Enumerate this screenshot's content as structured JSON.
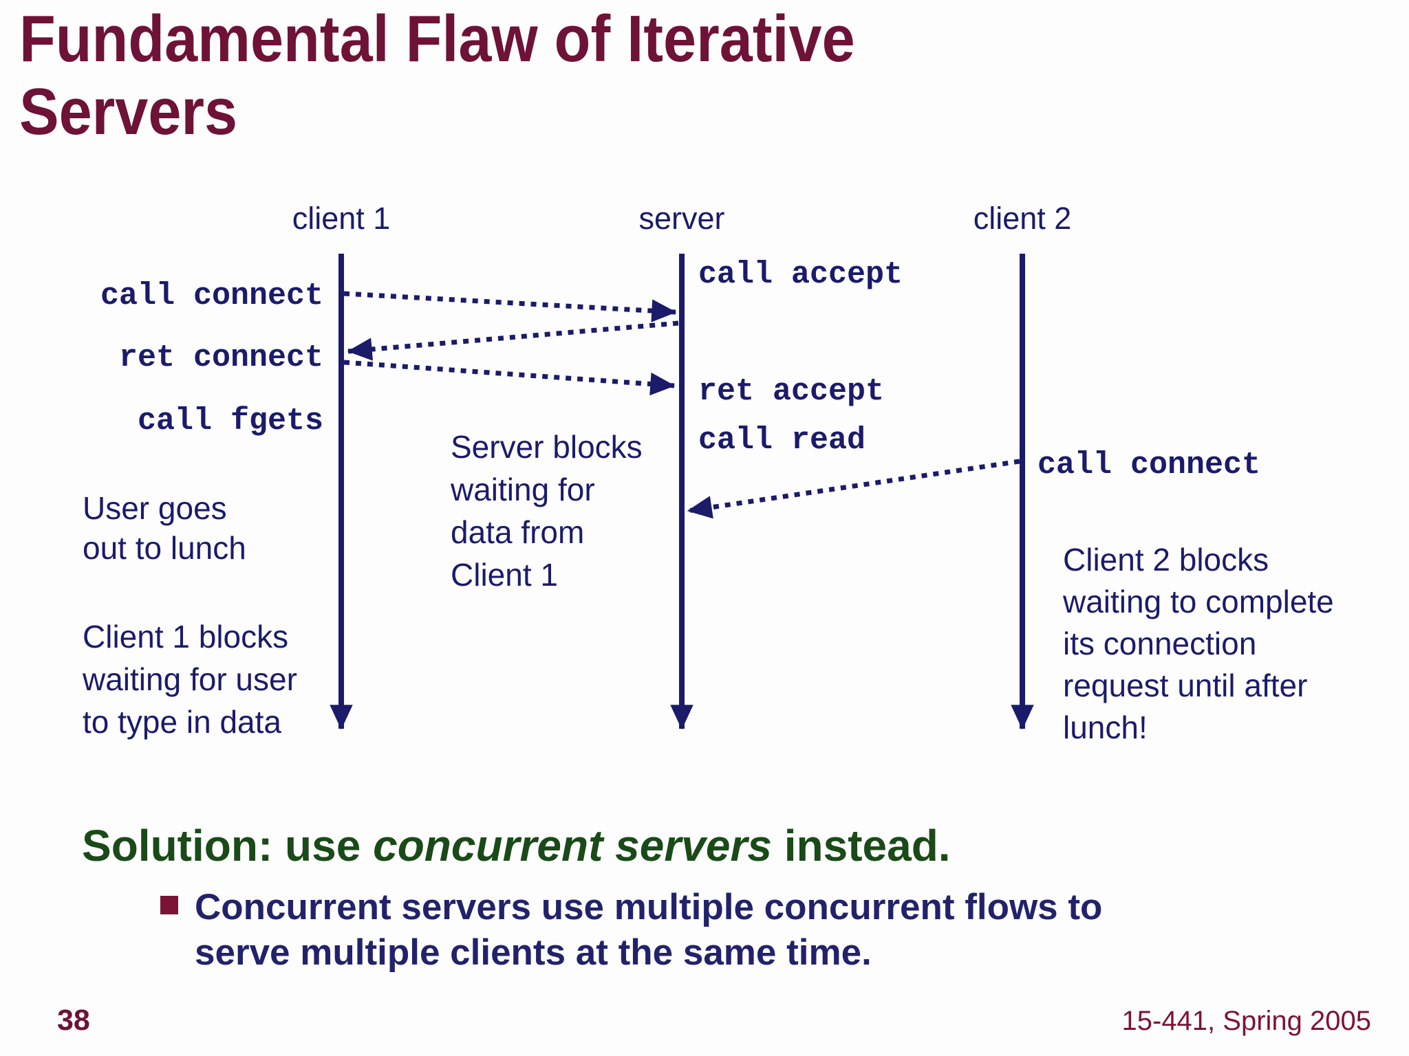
{
  "colors": {
    "navy": "#1b1b6a",
    "title_maroon": "#6e1237",
    "footer_maroon": "#7d1338",
    "bullet_maroon": "#7a1336",
    "solution_green": "#1a4a18"
  },
  "title": {
    "line1": "Fundamental Flaw of Iterative",
    "line2": "Servers"
  },
  "diagram": {
    "lifelines": {
      "client1": "client 1",
      "server": "server",
      "client2": "client 2"
    },
    "events": {
      "client1_call_connect": "call connect",
      "client1_ret_connect": "ret connect",
      "client1_call_fgets": "call fgets",
      "server_call_accept": "call accept",
      "server_ret_accept": "ret accept",
      "server_call_read": "call read",
      "client2_call_connect": "call connect"
    },
    "notes": {
      "user_lunch": "User goes\nout to lunch",
      "client1_blocks": "Client 1 blocks\nwaiting for user\nto type in data",
      "server_blocks": "Server blocks\nwaiting for\ndata from\nClient 1",
      "client2_blocks": "Client 2 blocks\nwaiting to complete\nits connection\nrequest until after\nlunch!"
    }
  },
  "solution": {
    "prefix": "Solution: use ",
    "emphasis": "concurrent servers",
    "suffix": " instead."
  },
  "bullet": {
    "text": "Concurrent servers use multiple concurrent flows to\nserve multiple clients at the same time."
  },
  "footer": {
    "page_number": "38",
    "course": "15-441, Spring 2005"
  }
}
